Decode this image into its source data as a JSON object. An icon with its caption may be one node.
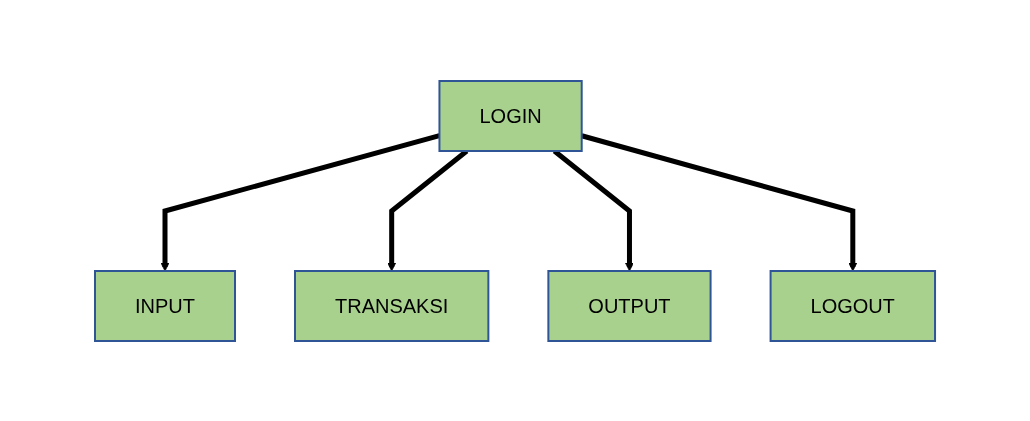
{
  "diagram": {
    "nodes": [
      {
        "text": [
          "LOGIN"
        ]
      },
      {
        "text": [
          "INPUT"
        ]
      },
      {
        "text": [
          "TRANSAKSI"
        ]
      },
      {
        "text": [
          "OUTPUT"
        ]
      },
      {
        "text": [
          "LOGOUT"
        ]
      }
    ],
    "edges": [
      {
        "from": 0,
        "to": 1,
        "arrow": "to"
      },
      {
        "from": 0,
        "to": 2,
        "arrow": "to"
      },
      {
        "from": 0,
        "to": 3,
        "arrow": "to"
      },
      {
        "from": 0,
        "to": 4,
        "arrow": "to"
      }
    ]
  }
}
